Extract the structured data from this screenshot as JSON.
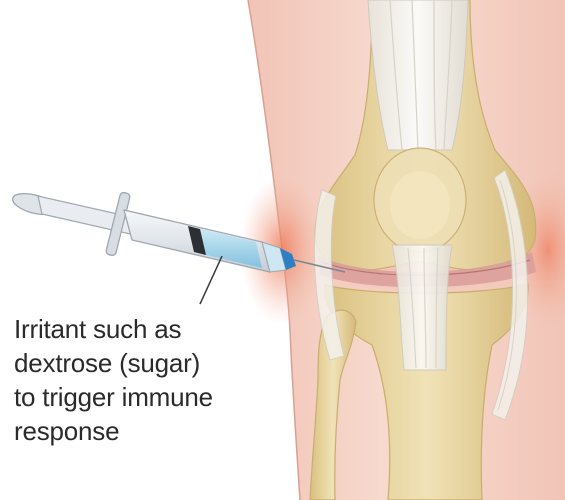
{
  "annotation": {
    "lines": [
      "Irritant such as",
      "dextrose (sugar)",
      "to trigger immune",
      "response"
    ]
  },
  "colors": {
    "skin": "#f6d3c8",
    "inflammation": "#ee8a6a",
    "bone": "#ead9a6",
    "tendon": "#f4f2ee",
    "cartilage": "#d9a2a2",
    "fluid": "#9fd3ea",
    "needle": "#2f7fc4"
  },
  "icons": [
    "syringe-icon",
    "knee-joint-illustration"
  ]
}
